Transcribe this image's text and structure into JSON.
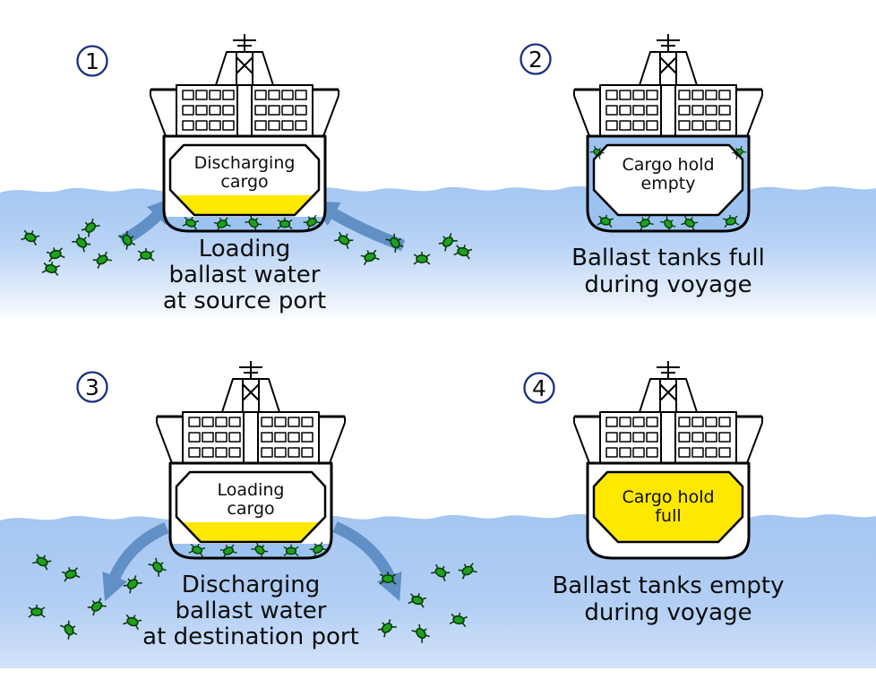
{
  "colors": {
    "water_blue": "#a3c6f1",
    "ballast_blue": "#9cc3f0",
    "cargo_yellow": "#ffe800",
    "organism_green": "#1fa01f",
    "arrow_blue": "#6090c5",
    "number_navy": "#1b2f7e",
    "outline_black": "#000000"
  },
  "panels": [
    {
      "number": "1",
      "hold_label_lines": [
        "Discharging",
        "cargo"
      ],
      "caption_lines": [
        "Loading",
        "ballast water",
        "at source port"
      ]
    },
    {
      "number": "2",
      "hold_label_lines": [
        "Cargo hold",
        "empty"
      ],
      "caption_lines": [
        "Ballast tanks full",
        "during voyage"
      ]
    },
    {
      "number": "3",
      "hold_label_lines": [
        "Loading",
        "cargo"
      ],
      "caption_lines": [
        "Discharging",
        "ballast water",
        "at destination port"
      ]
    },
    {
      "number": "4",
      "hold_label_lines": [
        "Cargo hold",
        "full"
      ],
      "caption_lines": [
        "Ballast tanks empty",
        "during voyage"
      ]
    }
  ]
}
